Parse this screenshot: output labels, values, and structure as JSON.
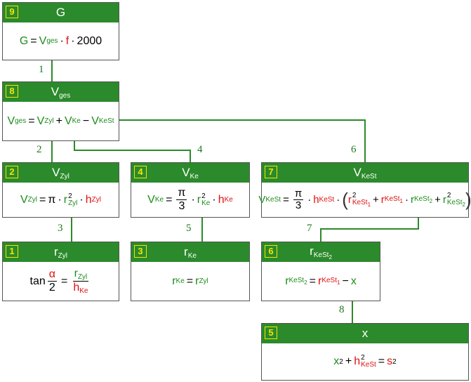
{
  "nodes": {
    "n9": {
      "num": "9",
      "title": "G"
    },
    "n8": {
      "num": "8",
      "title": "V",
      "title_sub": "ges"
    },
    "n2": {
      "num": "2",
      "title": "V",
      "title_sub": "Zyl"
    },
    "n4": {
      "num": "4",
      "title": "V",
      "title_sub": "Ke"
    },
    "n7": {
      "num": "7",
      "title": "V",
      "title_sub": "KeSt"
    },
    "n1": {
      "num": "1",
      "title": "r",
      "title_sub": "Zyl"
    },
    "n3": {
      "num": "3",
      "title": "r",
      "title_sub": "Ke"
    },
    "n6": {
      "num": "6",
      "title": "r",
      "title_sub": "KeSt",
      "title_sub2": "2"
    },
    "n5": {
      "num": "5",
      "title": "x"
    }
  },
  "formulas": {
    "f9": {
      "lhs": "G",
      "v": "V",
      "v_sub": "ges",
      "f": "f",
      "const": "2000"
    },
    "f8": {
      "lhs": "V",
      "lhs_sub": "ges",
      "a": "V",
      "a_sub": "Zyl",
      "b": "V",
      "b_sub": "Ke",
      "c": "V",
      "c_sub": "KeSt"
    },
    "f2": {
      "lhs": "V",
      "lhs_sub": "Zyl",
      "pi": "π",
      "r": "r",
      "r_sub": "Zyl",
      "r_sup": "2",
      "h": "h",
      "h_sub": "Zyl"
    },
    "f4": {
      "lhs": "V",
      "lhs_sub": "Ke",
      "num": "π",
      "den": "3",
      "r": "r",
      "r_sub": "Ke",
      "r_sup": "2",
      "h": "h",
      "h_sub": "Ke"
    },
    "f7": {
      "lhs": "V",
      "lhs_sub": "KeSt",
      "num": "π",
      "den": "3",
      "h": "h",
      "h_sub": "KeSt",
      "r": "r",
      "sub_a": "KeSt",
      "idx1": "1",
      "idx2": "2",
      "sup": "2"
    },
    "f1": {
      "tan": "tan",
      "alpha": "α",
      "two": "2",
      "r": "r",
      "r_sub": "Zyl",
      "h": "h",
      "h_sub": "Ke"
    },
    "f3": {
      "lhs": "r",
      "lhs_sub": "Ke",
      "rhs": "r",
      "rhs_sub": "Zyl"
    },
    "f6": {
      "lhs": "r",
      "lhs_sub": "KeSt",
      "idx2": "2",
      "rhs": "r",
      "rhs_sub": "KeSt",
      "idx1": "1",
      "x": "x"
    },
    "f5": {
      "x": "x",
      "sup": "2",
      "h": "h",
      "h_sub": "KeSt",
      "s": "s"
    }
  },
  "edges": [
    "1",
    "2",
    "3",
    "4",
    "5",
    "6",
    "7",
    "8"
  ]
}
